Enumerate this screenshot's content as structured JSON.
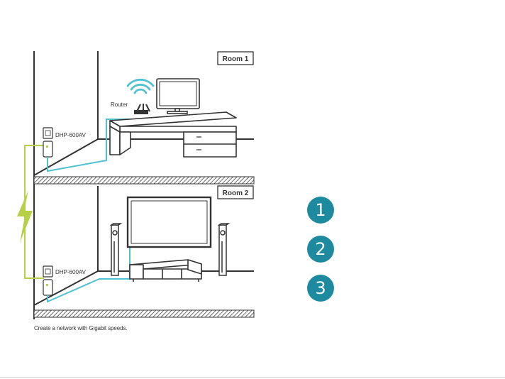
{
  "diagram": {
    "rooms": {
      "upper": "Room 1",
      "lower": "Room 2"
    },
    "devices": {
      "router": "Router",
      "adapter_upper": "DHP-600AV",
      "adapter_lower": "DHP-600AV"
    },
    "caption": "Create a network with Gigabit speeds."
  },
  "steps": [
    "1",
    "2",
    "3"
  ],
  "colors": {
    "accent": "#1e8aa0",
    "cable": "#4fc1d3",
    "power_line": "#b6d147",
    "line_art": "#333333"
  },
  "icons": {
    "wifi": "wifi-signal-icon",
    "power": "lightning-bolt-icon"
  }
}
